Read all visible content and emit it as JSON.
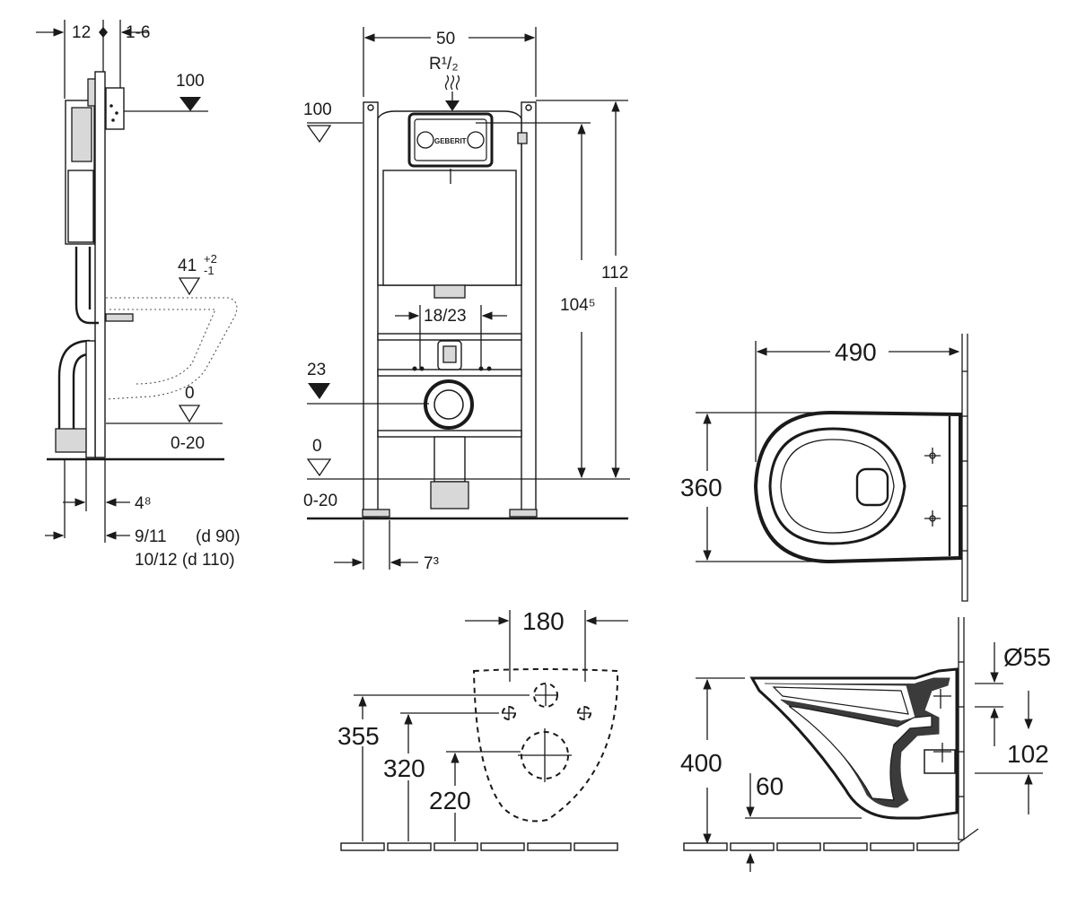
{
  "side_view": {
    "dim_frame_depth": "12",
    "dim_offset": "1-6",
    "level_top": "100",
    "level_seat": "41",
    "level_seat_tol_upper": "+2",
    "level_seat_tol_lower": "-1",
    "level_floor": "0",
    "level_floor_range": "0-20",
    "dim_bottom_1": "4⁸",
    "dim_bottom_2": "9/11",
    "dim_bottom_2_note": "(d 90)",
    "dim_bottom_3": "10/12 (d 110)"
  },
  "front_view": {
    "dim_width": "50",
    "water_inlet": "R¹/₂",
    "level_top": "100",
    "dim_height_total": "112",
    "dim_height_frame": "104⁵",
    "dim_bolt_spacing": "18/23",
    "level_outlet": "23",
    "level_floor": "0",
    "level_floor_range": "0-20",
    "dim_foot": "7³",
    "brand": "GEBERIT"
  },
  "top_view": {
    "dim_length": "490",
    "dim_width": "360"
  },
  "back_view": {
    "dim_hole_spacing": "180",
    "dim_h1": "355",
    "dim_h2": "320",
    "dim_h3": "220"
  },
  "section_view": {
    "dim_height": "400",
    "dim_bottom": "60",
    "dim_diameter": "Ø55",
    "dim_outlet": "102"
  }
}
